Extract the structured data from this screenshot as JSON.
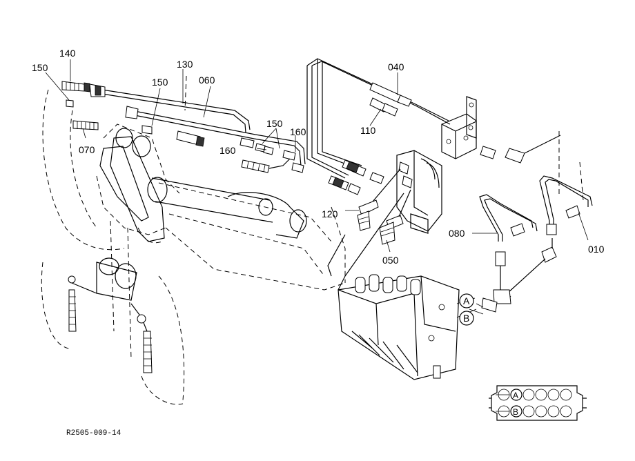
{
  "labels": {
    "l140": "140",
    "l130": "130",
    "l060": "060",
    "l150a": "150",
    "l150b": "150",
    "l150c": "150",
    "l070": "070",
    "l160a": "160",
    "l160b": "160",
    "l040": "040",
    "l110": "110",
    "l120": "120",
    "l050": "050",
    "l080": "080",
    "l010": "010",
    "portA": "A",
    "portB": "B",
    "insetA": "A",
    "insetB": "B"
  },
  "drawing_code": "R2505-009-14"
}
